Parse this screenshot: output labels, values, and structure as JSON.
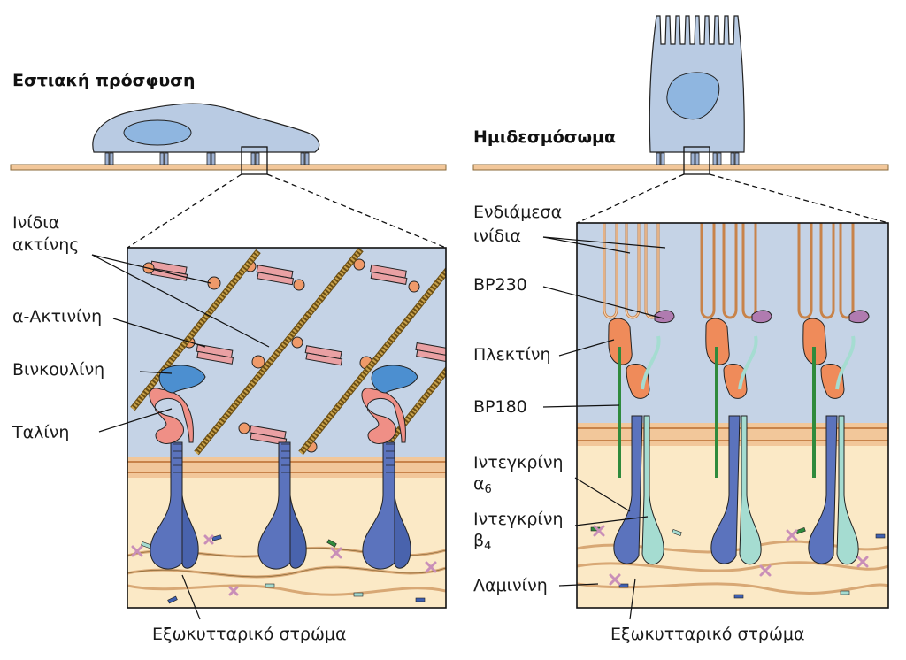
{
  "panels": {
    "left": {
      "title": "Εστιακή πρόσφυση",
      "labels": {
        "actin_1": "Ινίδια",
        "actin_2": "ακτίνης",
        "alpha_actinin": "α-Ακτινίνη",
        "vinculin": "Βινκουλίνη",
        "talin": "Ταλίνη",
        "ecm": "Εξωκυτταρικό στρώμα"
      }
    },
    "right": {
      "title": "Ημιδεσμόσωμα",
      "labels": {
        "if_1": "Ενδιάμεσα",
        "if_2": "ινίδια",
        "bp230": "BP230",
        "plectin": "Πλεκτίνη",
        "bp180": "BP180",
        "integrin_a6_1": "Ιντεγκρίνη",
        "integrin_a6_2": "α",
        "integrin_a6_sub": "6",
        "integrin_b4_1": "Ιντεγκρίνη",
        "integrin_b4_2": "β",
        "integrin_b4_sub": "4",
        "laminin": "Λαμινίνη",
        "ecm": "Εξωκυτταρικό στρώμα"
      }
    }
  },
  "colors": {
    "cytoplasm": "#c5d3e6",
    "cell_body": "#b9cbe3",
    "nucleus": "#8fb6e0",
    "membrane": "#f2c79a",
    "substrate": "#fbe9c6",
    "talin": "#ef8f86",
    "vinculin": "#4c8fd0",
    "actinin": "#e9a0a3",
    "actin": "#9c7a2c",
    "integrin_alpha": "#5b73bd",
    "integrin_beta": "#a5dcd1",
    "plectin": "#ef8b5a",
    "bp230": "#b07bb0",
    "bp180": "#2f8a3c",
    "laminin": "#c98fb8",
    "outline": "#1a1a1a"
  }
}
